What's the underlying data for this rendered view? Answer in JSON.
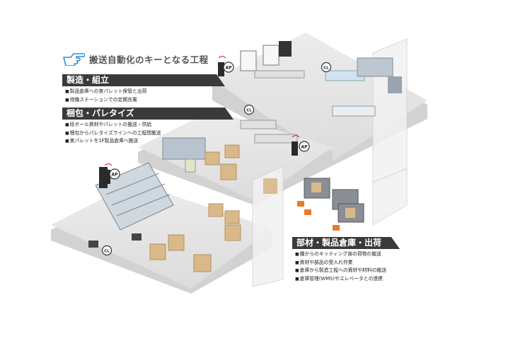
{
  "header": {
    "title": "搬送自動化のキーとなる工程",
    "icon": "pointing-hand-icon"
  },
  "sections": [
    {
      "id": "assembly",
      "heading": "製造・組立",
      "items": [
        "製品倉庫への実パレット保管と出荷",
        "待機ステーションでの定期充電"
      ]
    },
    {
      "id": "packing",
      "heading": "梱包・パレタイズ",
      "items": [
        "段ボール資材やパレットの搬送・供給",
        "梱包からパレタイズラインへの工程間搬送",
        "実パレットを1F製品倉庫へ搬送"
      ]
    },
    {
      "id": "warehouse",
      "heading": "部材・製品倉庫・出荷",
      "items": [
        "棚からのキッティング後の荷物の搬送",
        "資材や部品の受入れ作業",
        "倉庫から製造工程への資材や材料の搬送",
        "倉庫管理(WMS)やエレベータとの連携"
      ]
    }
  ],
  "markers": {
    "ap_label": "AP",
    "cl_label": "CL"
  },
  "colors": {
    "floor": "#e4e4e4",
    "floor_edge": "#c9c9c9",
    "band": "#3a3a3a",
    "box": "#d9b98a",
    "box_dark": "#b8915c",
    "accent_blue": "#2f8fd8",
    "wifi_red": "#e03a3a",
    "agv_orange": "#e87a2a"
  }
}
